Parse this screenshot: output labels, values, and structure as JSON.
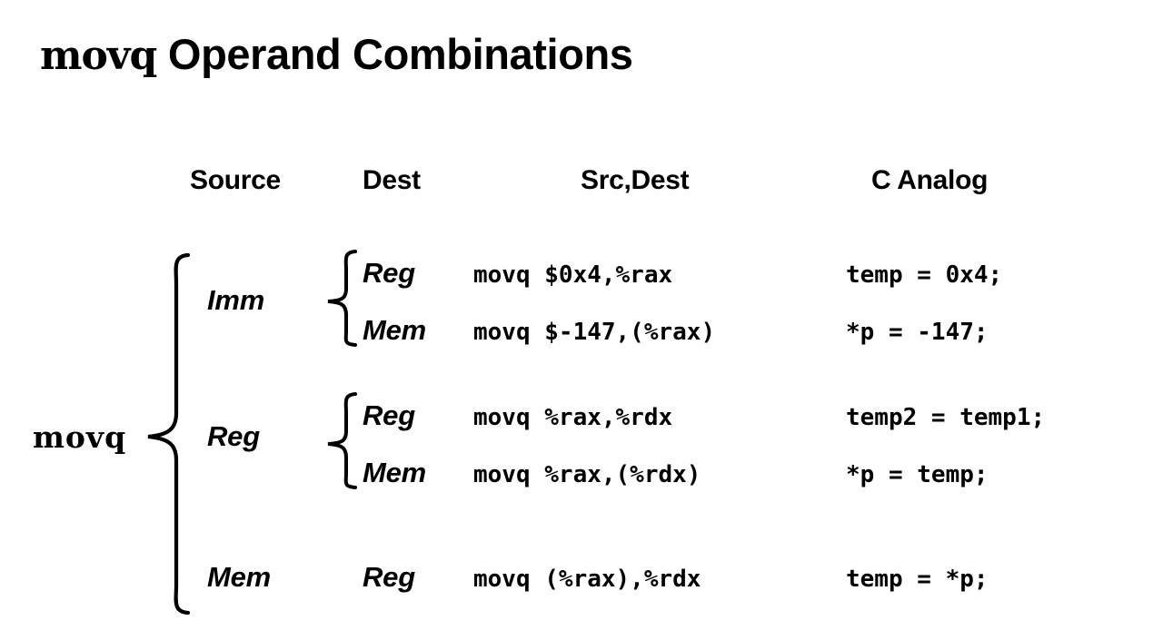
{
  "slide": {
    "background_color": "#ffffff",
    "text_color": "#000000",
    "title_mono": "movq",
    "title_rest": " Operand Combinations"
  },
  "headers": {
    "source": "Source",
    "dest": "Dest",
    "src_dest": "Src,Dest",
    "c_analog": "C Analog"
  },
  "instruction_label": "movq",
  "source_groups": [
    {
      "label": "Imm",
      "row_count": 2
    },
    {
      "label": "Reg",
      "row_count": 2
    },
    {
      "label": "Mem",
      "row_count": 1
    }
  ],
  "rows": [
    {
      "dest": "Reg",
      "code": "movq $0x4,%rax",
      "c_analog": "temp = 0x4;"
    },
    {
      "dest": "Mem",
      "code": "movq $-147,(%rax)",
      "c_analog": "*p = -147;"
    },
    {
      "dest": "Reg",
      "code": "movq %rax,%rdx",
      "c_analog": "temp2 = temp1;"
    },
    {
      "dest": "Mem",
      "code": "movq %rax,(%rdx)",
      "c_analog": "*p = temp;"
    },
    {
      "dest": "Reg",
      "code": "movq (%rax),%rdx",
      "c_analog": "temp = *p;"
    }
  ],
  "braces": {
    "outer_label": "outer-brace-movq",
    "inner_labels": [
      "inner-brace-imm",
      "inner-brace-reg"
    ]
  }
}
